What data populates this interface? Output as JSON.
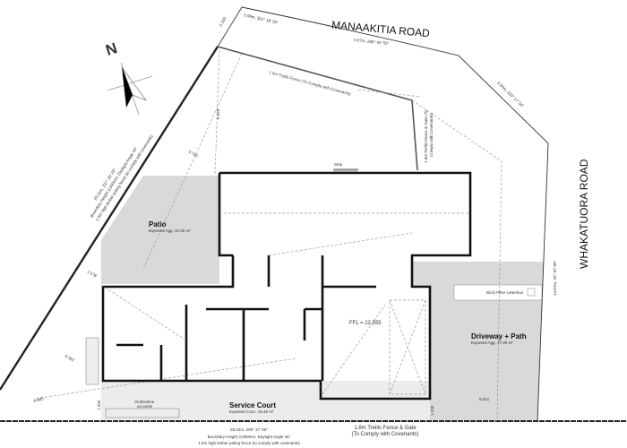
{
  "roads": {
    "north": "MANAAKITIA ROAD",
    "east": "WHAKATUORA ROAD"
  },
  "north_arrow": {
    "label": "N"
  },
  "boundaries": {
    "top_left": "5.99m, 301° 18' 50\"",
    "top": "5.67m, 286° 42' 50\"",
    "top_right": "6.94m, 320° 17' 50\"",
    "right": "14.57m, 20° 07' 00\"",
    "left": "29.11m, 237° 30' 20\"",
    "left_note1": "Boundary Height 3,000mm, Daylight Angle 45°",
    "left_note2": "1.5m high timber paling fence (to comply with covenants)",
    "bottom": "29.24m, 290° 47' 00\"",
    "bottom_note1": "Boundary Height 3,000mm, Daylight Angle 45°",
    "bottom_note2": "1.5m high timber paling fence (to comply with covenants)"
  },
  "dimensions": {
    "d1": "2.333",
    "d2": "6.526",
    "d3": "3.700",
    "d4": "1.578",
    "d5": "4.362",
    "d6": "6.885",
    "d7": "1.320",
    "d8": "1.100",
    "d9": "5.521"
  },
  "fences": {
    "north": "1.5m Trellis Fence  (To Comply with Covenants)",
    "east_1": "1.5m Trellis Fence & Gate (To",
    "east_2": "Comply with Covenants)",
    "south_1": "1.8m Trellis Fence & Gate",
    "south_2": "(To Comply with Covenants)"
  },
  "areas": {
    "patio": {
      "label": "Patio",
      "sub": "Exposed Agg. 32.00 m²"
    },
    "service": {
      "label": "Service Court",
      "sub": "Exposed Conc. 18.46 m²"
    },
    "driveway": {
      "label": "Driveway + Path",
      "sub": "Exposed Agg. 37.00 m²"
    }
  },
  "labels": {
    "step": "Step",
    "ffl": "FFL = 22,555",
    "letterbox": "Brick Pillar Letterbox",
    "clothesline_1": "Clothesline",
    "clothesline_2": "on posts"
  },
  "colors": {
    "paved": "#d9d9d9",
    "wall": "#111111"
  }
}
